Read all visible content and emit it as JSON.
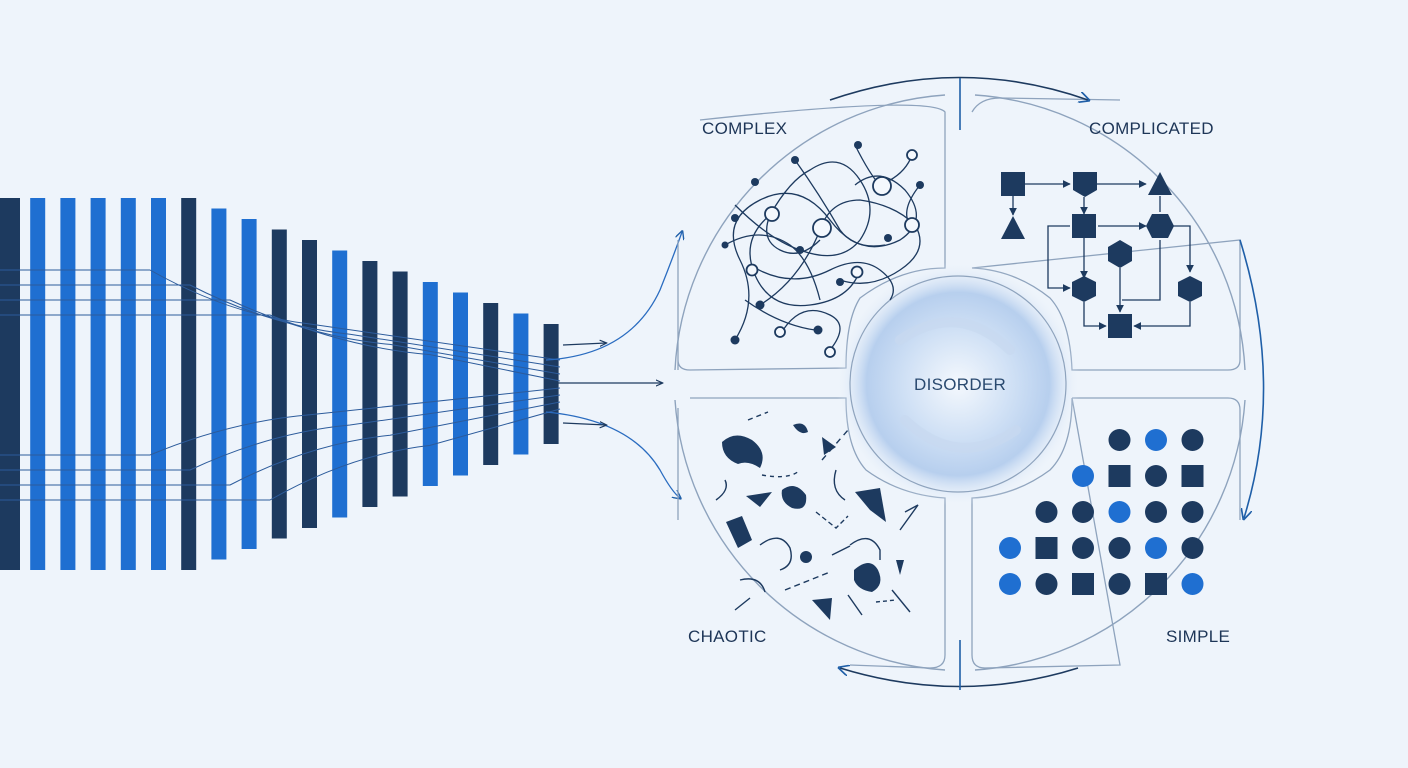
{
  "labels": {
    "complex": "COMPLEX",
    "complicated": "COMPLICATED",
    "chaotic": "CHAOTIC",
    "simple": "SIMPLE",
    "disorder": "DISORDER"
  },
  "colors": {
    "background": "#eef4fb",
    "navy": "#1d3a5f",
    "blue": "#1f6fd1",
    "outline": "#8ea3bd",
    "glow": "#a9c6ea"
  },
  "icons": {
    "complex": "network-graph-icon",
    "complicated": "flowchart-icon",
    "chaotic": "scattered-fragments-icon",
    "simple": "dot-grid-icon"
  }
}
